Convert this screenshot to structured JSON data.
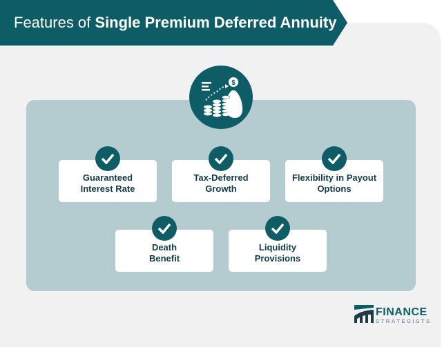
{
  "header": {
    "title_prefix": "Features of ",
    "title_bold": "Single Premium Deferred Annuity"
  },
  "colors": {
    "primary": "#0d5c66",
    "box": "#b4cbcf",
    "panel": "#f1f1f1",
    "card_text": "#0f3b43"
  },
  "hub_icon": "money-bag-growth-icon",
  "features": [
    {
      "label": "Guaranteed Interest Rate"
    },
    {
      "label": "Tax-Deferred Growth"
    },
    {
      "label": "Flexibility in Payout Options"
    },
    {
      "label": "Death Benefit"
    },
    {
      "label": "Liquidity Provisions"
    }
  ],
  "logo": {
    "line1": "FINANCE",
    "line2": "STRATEGISTS"
  }
}
